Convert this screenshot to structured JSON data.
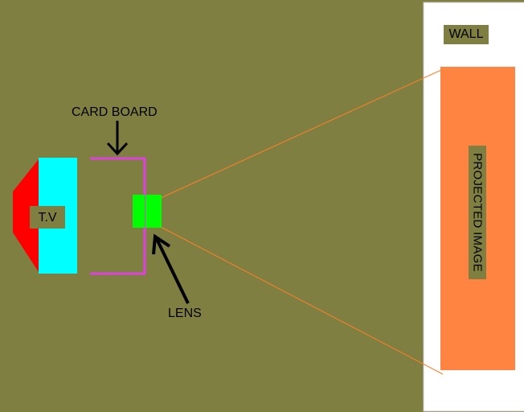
{
  "labels": {
    "wall": "WALL",
    "tv": "T.V",
    "cardboard": "CARD BOARD",
    "lens": "LENS",
    "projected_image": "PROJECTED IMAGE"
  },
  "colors": {
    "background": "#7f7f42",
    "wall": "#ffffff",
    "projected_image": "#ff8442",
    "tv_screen": "#00ffff",
    "tv_back": "#ff0000",
    "cardboard": "#e040e0",
    "lens": "#00ff00",
    "light_rays": "#ff7f27",
    "arrows": "#000000"
  }
}
